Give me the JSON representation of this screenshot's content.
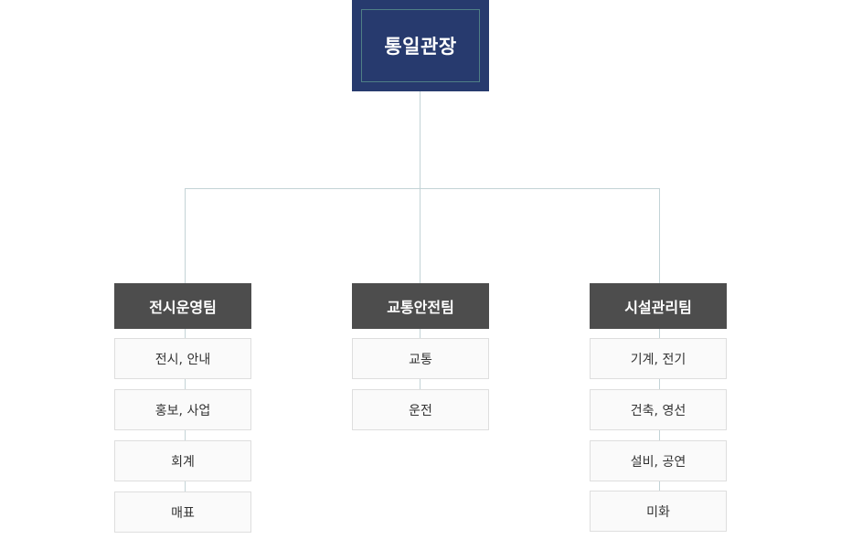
{
  "root": {
    "label": "통일관장"
  },
  "teams": [
    {
      "label": "전시운영팀",
      "tasks": [
        "전시, 안내",
        "홍보, 사업",
        "회계",
        "매표"
      ]
    },
    {
      "label": "교통안전팀",
      "tasks": [
        "교통",
        "운전"
      ]
    },
    {
      "label": "시설관리팀",
      "tasks": [
        "기계, 전기",
        "건축, 영선",
        "설비, 공연",
        "미화"
      ]
    }
  ],
  "colors": {
    "root_bg": "#273a6e",
    "team_bg": "#4d4d4d",
    "connector": "#c3d3d6",
    "task_bg": "#fafafa",
    "task_border": "#dedede"
  }
}
